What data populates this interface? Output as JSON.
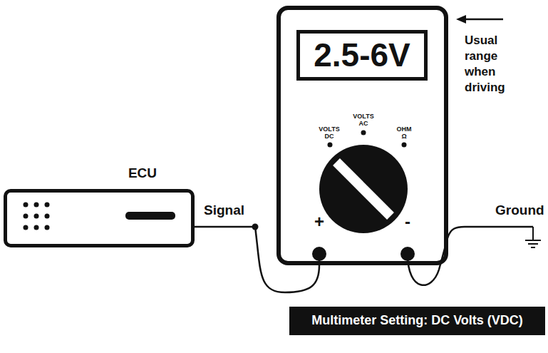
{
  "diagram": {
    "nodes": [
      {
        "text": [
          "VOLTS DC",
          "VOLTS AC",
          "OHM Ω",
          "+",
          "-"
        ]
      },
      {
        "text": [
          "2.5-6V"
        ],
        "in": 0
      },
      {
        "text": [
          "ECU"
        ]
      },
      {
        "text": [
          "Multimeter Setting: DC Volts (VDC)"
        ]
      }
    ],
    "edges": [
      {
        "from": 2,
        "to": 0,
        "label": "Signal",
        "arrow": "none"
      }
    ],
    "labels": [
      "Usual range when driving",
      "Ground"
    ]
  }
}
